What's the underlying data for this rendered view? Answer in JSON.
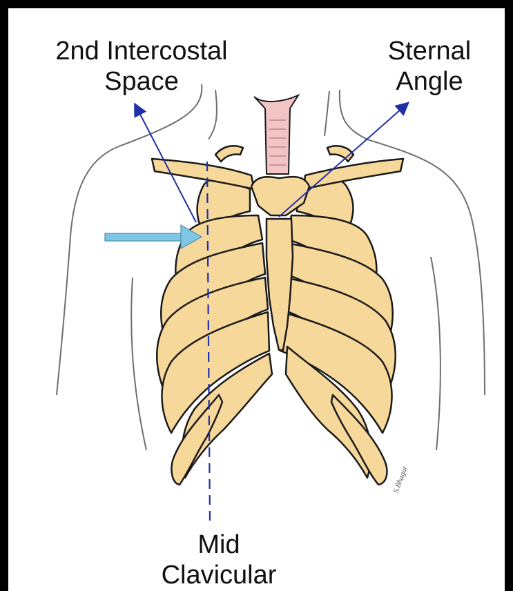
{
  "labels": {
    "intercostal_line1": "2nd Intercostal",
    "intercostal_line2": "Space",
    "sternal_line1": "Sternal",
    "sternal_line2": "Angle",
    "midclav_line1": "Mid",
    "midclav_line2": "Clavicular"
  },
  "signature": "S.Bhagat",
  "colors": {
    "bone": "#f7d89b",
    "outline": "#1a1a1a",
    "trachea": "#f2c4c6",
    "pointer_arrow": "#1f2fa8",
    "highlight_arrow": "#7ec6e4",
    "body_outline": "#6e6e6e",
    "border": "#000000"
  }
}
